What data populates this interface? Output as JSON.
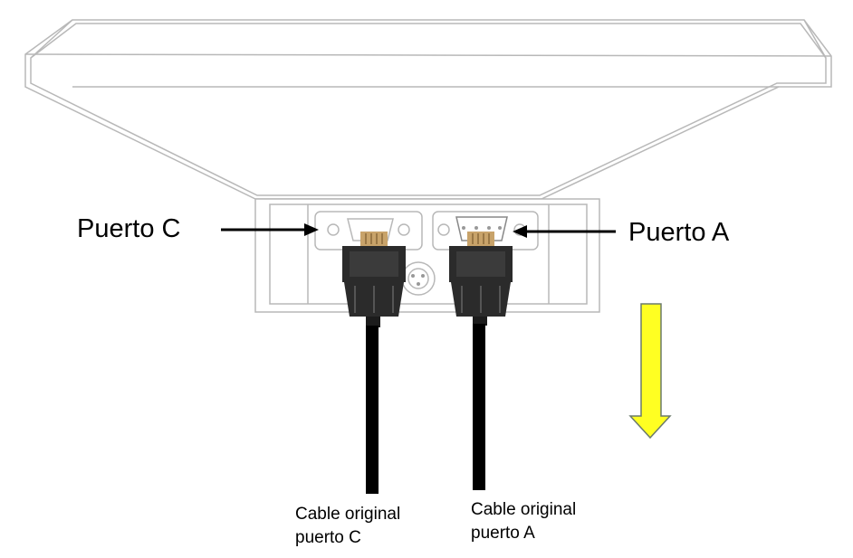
{
  "labels": {
    "port_c": "Puerto C",
    "port_a": "Puerto A",
    "cable_c_line1": "Cable original",
    "cable_c_line2": "puerto C",
    "cable_a_line1": "Cable original",
    "cable_a_line2": "puerto A"
  },
  "colors": {
    "outline": "#b8b8b8",
    "connector": "#2b2b2b",
    "pins": "#c8a36a",
    "cable": "#000000",
    "down_arrow_fill": "#ffff22",
    "down_arrow_stroke": "#6b7a6b"
  },
  "icons": {
    "direction": "down-arrow-icon",
    "pointer": "arrow-left-icon"
  }
}
